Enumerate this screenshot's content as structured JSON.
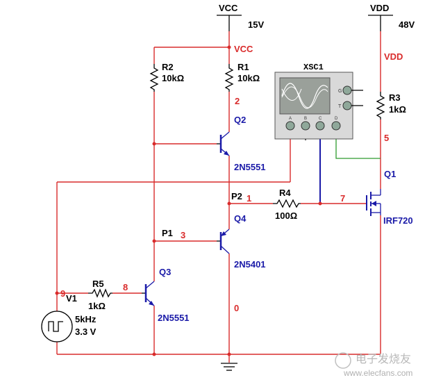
{
  "power": {
    "vcc_label": "VCC",
    "vcc_value": "15V",
    "vcc_net": "VCC",
    "vdd_label": "VDD",
    "vdd_value": "48V",
    "vdd_net": "VDD"
  },
  "components": {
    "r1": {
      "ref": "R1",
      "value": "10kΩ"
    },
    "r2": {
      "ref": "R2",
      "value": "10kΩ"
    },
    "r3": {
      "ref": "R3",
      "value": "1kΩ"
    },
    "r4": {
      "ref": "R4",
      "value": "100Ω"
    },
    "r5": {
      "ref": "R5",
      "value": "1kΩ"
    },
    "q1": {
      "ref": "Q1",
      "part": "IRF720"
    },
    "q2": {
      "ref": "Q2",
      "part": "2N5551"
    },
    "q3": {
      "ref": "Q3",
      "part": "2N5551"
    },
    "q4": {
      "ref": "Q4",
      "part": "2N5401"
    },
    "v1": {
      "ref": "V1",
      "freq": "5kHz",
      "amp": "3.3 V"
    }
  },
  "nets": {
    "n0": "0",
    "n1": "1",
    "n2": "2",
    "n3": "3",
    "n5": "5",
    "n7": "7",
    "n8": "8",
    "n9": "9"
  },
  "probes": {
    "p1": "P1",
    "p2": "P2"
  },
  "scope": {
    "title": "XSC1",
    "channels": [
      "A",
      "B",
      "C",
      "D"
    ],
    "side_terminals": [
      "G",
      "T"
    ]
  },
  "watermark": {
    "cn": "电子发烧友",
    "url": "www.elecfans.com"
  },
  "colors": {
    "wire": "#d92b2b",
    "component": "#1a1aa8",
    "probe_wire": "#2e9a2e",
    "label": "#000000"
  }
}
